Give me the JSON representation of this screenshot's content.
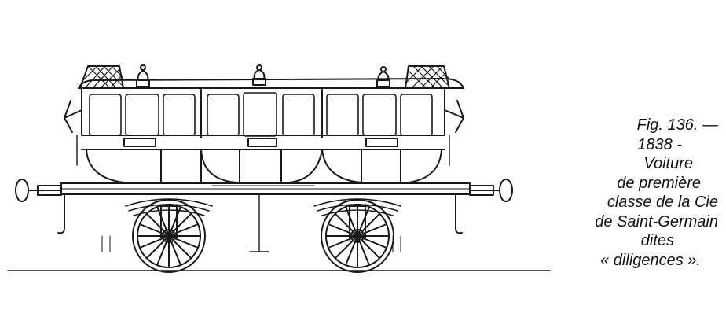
{
  "caption": {
    "line1": "Fig. 136. —",
    "line2": "1838 -",
    "line3": "Voiture",
    "line4": "de   première",
    "line5": "classe de la Cie",
    "line6": "de Saint-Germain",
    "line7": "dites",
    "line8": "« diligences »."
  },
  "drawing": {
    "subject": "carriage-illustration",
    "ink_color": "#1a1a1a",
    "fill_color": "#ffffff"
  }
}
